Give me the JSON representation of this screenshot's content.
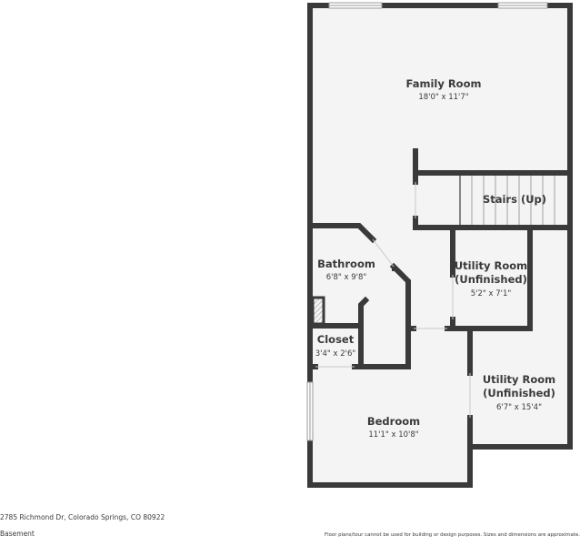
{
  "floor_plan": {
    "level": "Basement",
    "address": "2785 Richmond Dr, Colorado Springs, CO 80922",
    "disclaimer": "Floor plans/tour cannot be used for building or design purposes. Sizes and dimensions are approximate.",
    "colors": {
      "wall": "#3a3a3a",
      "floor": "#f4f4f4",
      "background": "#ffffff",
      "text": "#3a3a3a"
    },
    "rooms": [
      {
        "name": "Family Room",
        "dimensions": "18'0\" x 11'7\""
      },
      {
        "name": "Stairs (Up)",
        "dimensions": ""
      },
      {
        "name": "Bathroom",
        "dimensions": "6'8\" x 9'8\""
      },
      {
        "name": "Utility Room",
        "name_line2": "(Unfinished)",
        "dimensions": "5'2\" x 7'1\""
      },
      {
        "name": "Closet",
        "dimensions": "3'4\" x 2'6\""
      },
      {
        "name": "Utility Room",
        "name_line2": "(Unfinished)",
        "dimensions": "6'7\" x 15'4\""
      },
      {
        "name": "Bedroom",
        "dimensions": "11'1\" x 10'8\""
      }
    ]
  }
}
